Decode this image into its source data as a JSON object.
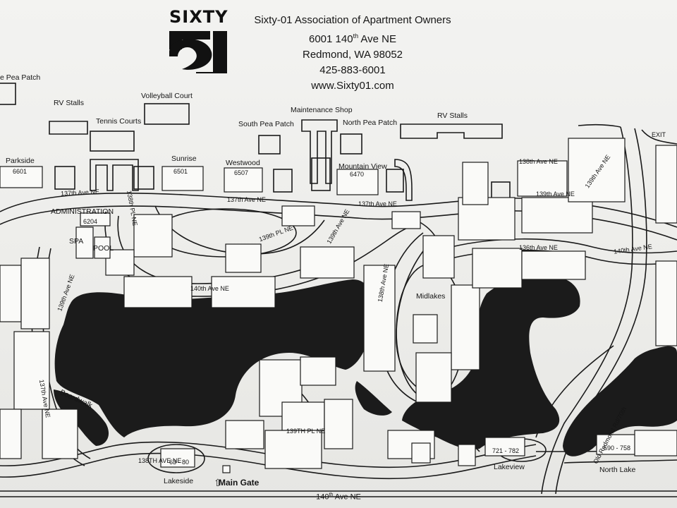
{
  "logo": {
    "text": "SIXTY"
  },
  "header": {
    "line1": "Sixty-01 Association of Apartment Owners",
    "line2_a": "6001 140",
    "line2_sup": "th",
    "line2_b": " Ave NE",
    "line3": "Redmond, WA 98052",
    "line4": "425-883-6001",
    "line5": "www.Sixty01.com"
  },
  "places": {
    "pea_patch_left": "e Pea Patch",
    "rv_stalls_left": "RV Stalls",
    "volleyball": "Volleyball Court",
    "tennis": "Tennis Courts",
    "maintenance": "Maintenance Shop",
    "south_pea": "South Pea Patch",
    "north_pea": "North Pea Patch",
    "rv_stalls_right": "RV Stalls",
    "parkside": "Parkside",
    "sunrise": "Sunrise",
    "westwood": "Westwood",
    "mountain_view": "Mountain View",
    "administration": "ADMINISTRATION",
    "spa": "SPA",
    "pool": "POOL",
    "midlakes": "Midlakes",
    "boardwalk": "Boardwalk",
    "lakeside": "Lakeside",
    "main_gate": "Main Gate",
    "lakeview": "Lakeview",
    "north_lake": "North Lake",
    "exit": "EXIT",
    "old_redmond_rd": "Old Redmond Rd/70th"
  },
  "roads": {
    "r137_left": "137th Ave NE",
    "r137_mid": "137th Ave NE",
    "r137_right": "137th Ave NE",
    "r138_right": "138th Ave NE",
    "r139_right": "139th Ave NE",
    "r136_right": "136th Ave NE",
    "r138_pl": "138th PL NE",
    "r139_pl": "139th PL NE",
    "r140_curve": "140th Ave NE",
    "r139_top": "139th Ave NE",
    "r139_mid": "139th Ave NE",
    "r138_bottom": "138th Ave NE",
    "r139_bottom": "139th Ave NE",
    "r137_bottom": "137th Ave NE",
    "r138_south": "138TH AVE NE",
    "r139_pl_south": "139TH PL NE",
    "r140_far_right": "140th Ave NE"
  },
  "footer": {
    "road_a": "140",
    "road_sup": "th",
    "road_b": " Ave NE"
  },
  "unit_codes": {
    "parkside": "6601",
    "sunrise": "6501",
    "westwood": "6507",
    "mountain_view": "6470",
    "admin": "6204",
    "lakeview": "721 - 782",
    "lakeside": "63 - 80",
    "north_lake": "590 - 758"
  }
}
